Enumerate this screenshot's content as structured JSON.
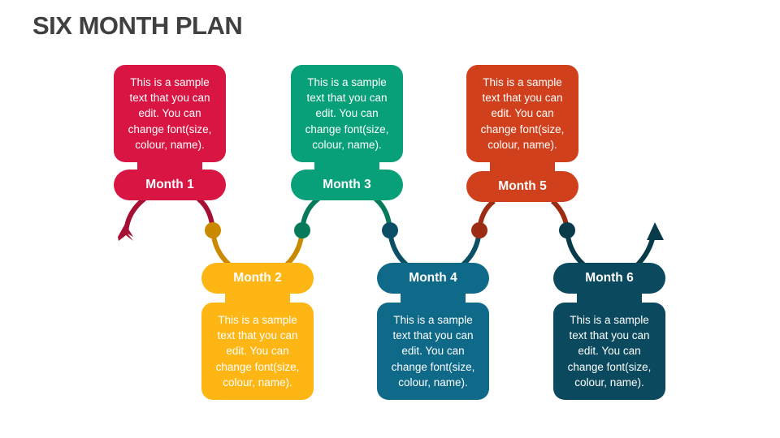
{
  "title": "SIX MONTH PLAN",
  "months": [
    {
      "label": "Month 1",
      "text": "This is a sample text that you can edit. You can change font(size, colour, name).",
      "color": "#d81543"
    },
    {
      "label": "Month 2",
      "text": "This is a sample text that you can edit. You can change font(size, colour, name).",
      "color": "#fdb614"
    },
    {
      "label": "Month 3",
      "text": "This is a sample text that you can edit. You can change font(size, colour, name).",
      "color": "#08a078"
    },
    {
      "label": "Month 4",
      "text": "This is a sample text that you can edit. You can change font(size, colour, name).",
      "color": "#0f6a89"
    },
    {
      "label": "Month 5",
      "text": "This is a sample text that you can edit. You can change font(size, colour, name).",
      "color": "#d1401c"
    },
    {
      "label": "Month 6",
      "text": "This is a sample text that you can edit. You can change font(size, colour, name).",
      "color": "#0b4a5e"
    }
  ]
}
